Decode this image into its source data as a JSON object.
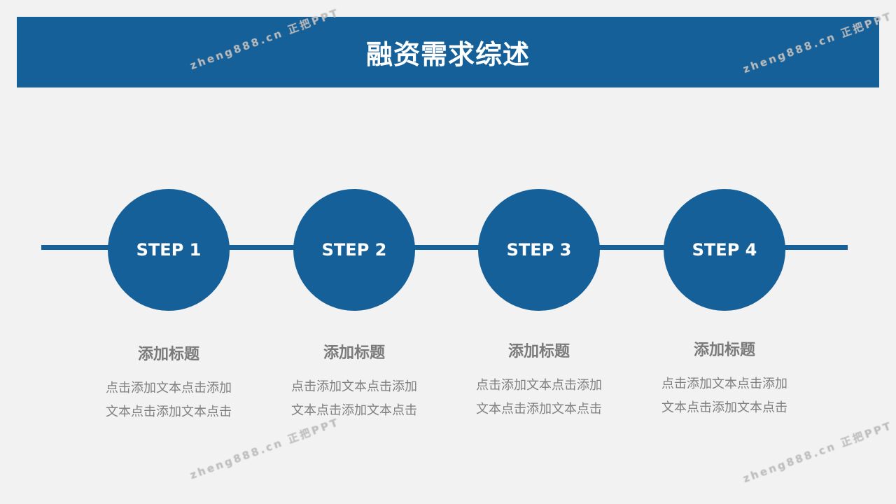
{
  "header": {
    "title": "融资需求综述"
  },
  "watermark": "zheng888.cn 正把PPT",
  "colors": {
    "accent": "#156099",
    "background": "#f2f2f2",
    "text": "#7f7f7f"
  },
  "steps": [
    {
      "label": "STEP 1",
      "title": "添加标题",
      "line1": "点击添加文本点击添加",
      "line2": "文本点击添加文本点击"
    },
    {
      "label": "STEP 2",
      "title": "添加标题",
      "line1": "点击添加文本点击添加",
      "line2": "文本点击添加文本点击"
    },
    {
      "label": "STEP 3",
      "title": "添加标题",
      "line1": "点击添加文本点击添加",
      "line2": "文本点击添加文本点击"
    },
    {
      "label": "STEP 4",
      "title": "添加标题",
      "line1": "点击添加文本点击添加",
      "line2": "文本点击添加文本点击"
    }
  ]
}
